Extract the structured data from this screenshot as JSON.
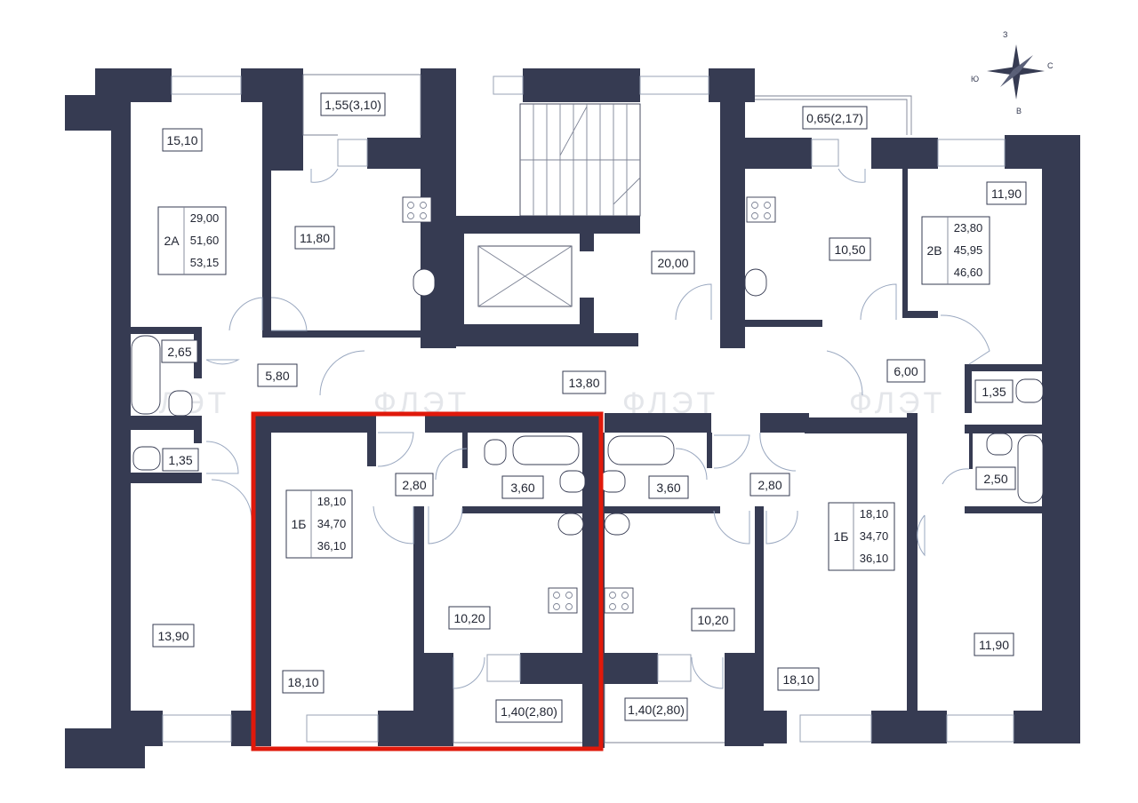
{
  "compass": {
    "n": "З",
    "s": "В",
    "e": "С",
    "w": "Ю"
  },
  "watermark": "ФЛЭТ",
  "rooms": {
    "r_15_10": "15,10",
    "r_11_80": "11,80",
    "r_1_55": "1,55(3,10)",
    "r_20_00": "20,00",
    "r_0_65": "0,65(2,17)",
    "r_10_50": "10,50",
    "r_11_90_top": "11,90",
    "r_2_65": "2,65",
    "r_5_80": "5,80",
    "r_13_80": "13,80",
    "r_6_00": "6,00",
    "r_1_35_right": "1,35",
    "r_1_35_left": "1,35",
    "r_2_80_left": "2,80",
    "r_3_60_left": "3,60",
    "r_3_60_right": "3,60",
    "r_2_80_right": "2,80",
    "r_2_50": "2,50",
    "r_13_90": "13,90",
    "r_10_20_left": "10,20",
    "r_10_20_right": "10,20",
    "r_11_90_bottom": "11,90",
    "r_18_10_left": "18,10",
    "r_18_10_right": "18,10",
    "r_1_40_left": "1,40(2,80)",
    "r_1_40_right": "1,40(2,80)"
  },
  "apartments": {
    "a2a": {
      "name": "2А",
      "living": "29,00",
      "total": "51,60",
      "with_balcony": "53,15"
    },
    "a2v": {
      "name": "2В",
      "living": "23,80",
      "total": "45,95",
      "with_balcony": "46,60"
    },
    "a1b_left": {
      "name": "1Б",
      "living": "18,10",
      "total": "34,70",
      "with_balcony": "36,10"
    },
    "a1b_right": {
      "name": "1Б",
      "living": "18,10",
      "total": "34,70",
      "with_balcony": "36,10"
    }
  },
  "colors": {
    "wall": "#363b52",
    "highlight": "#e0190b",
    "door": "#9aa8c0"
  }
}
